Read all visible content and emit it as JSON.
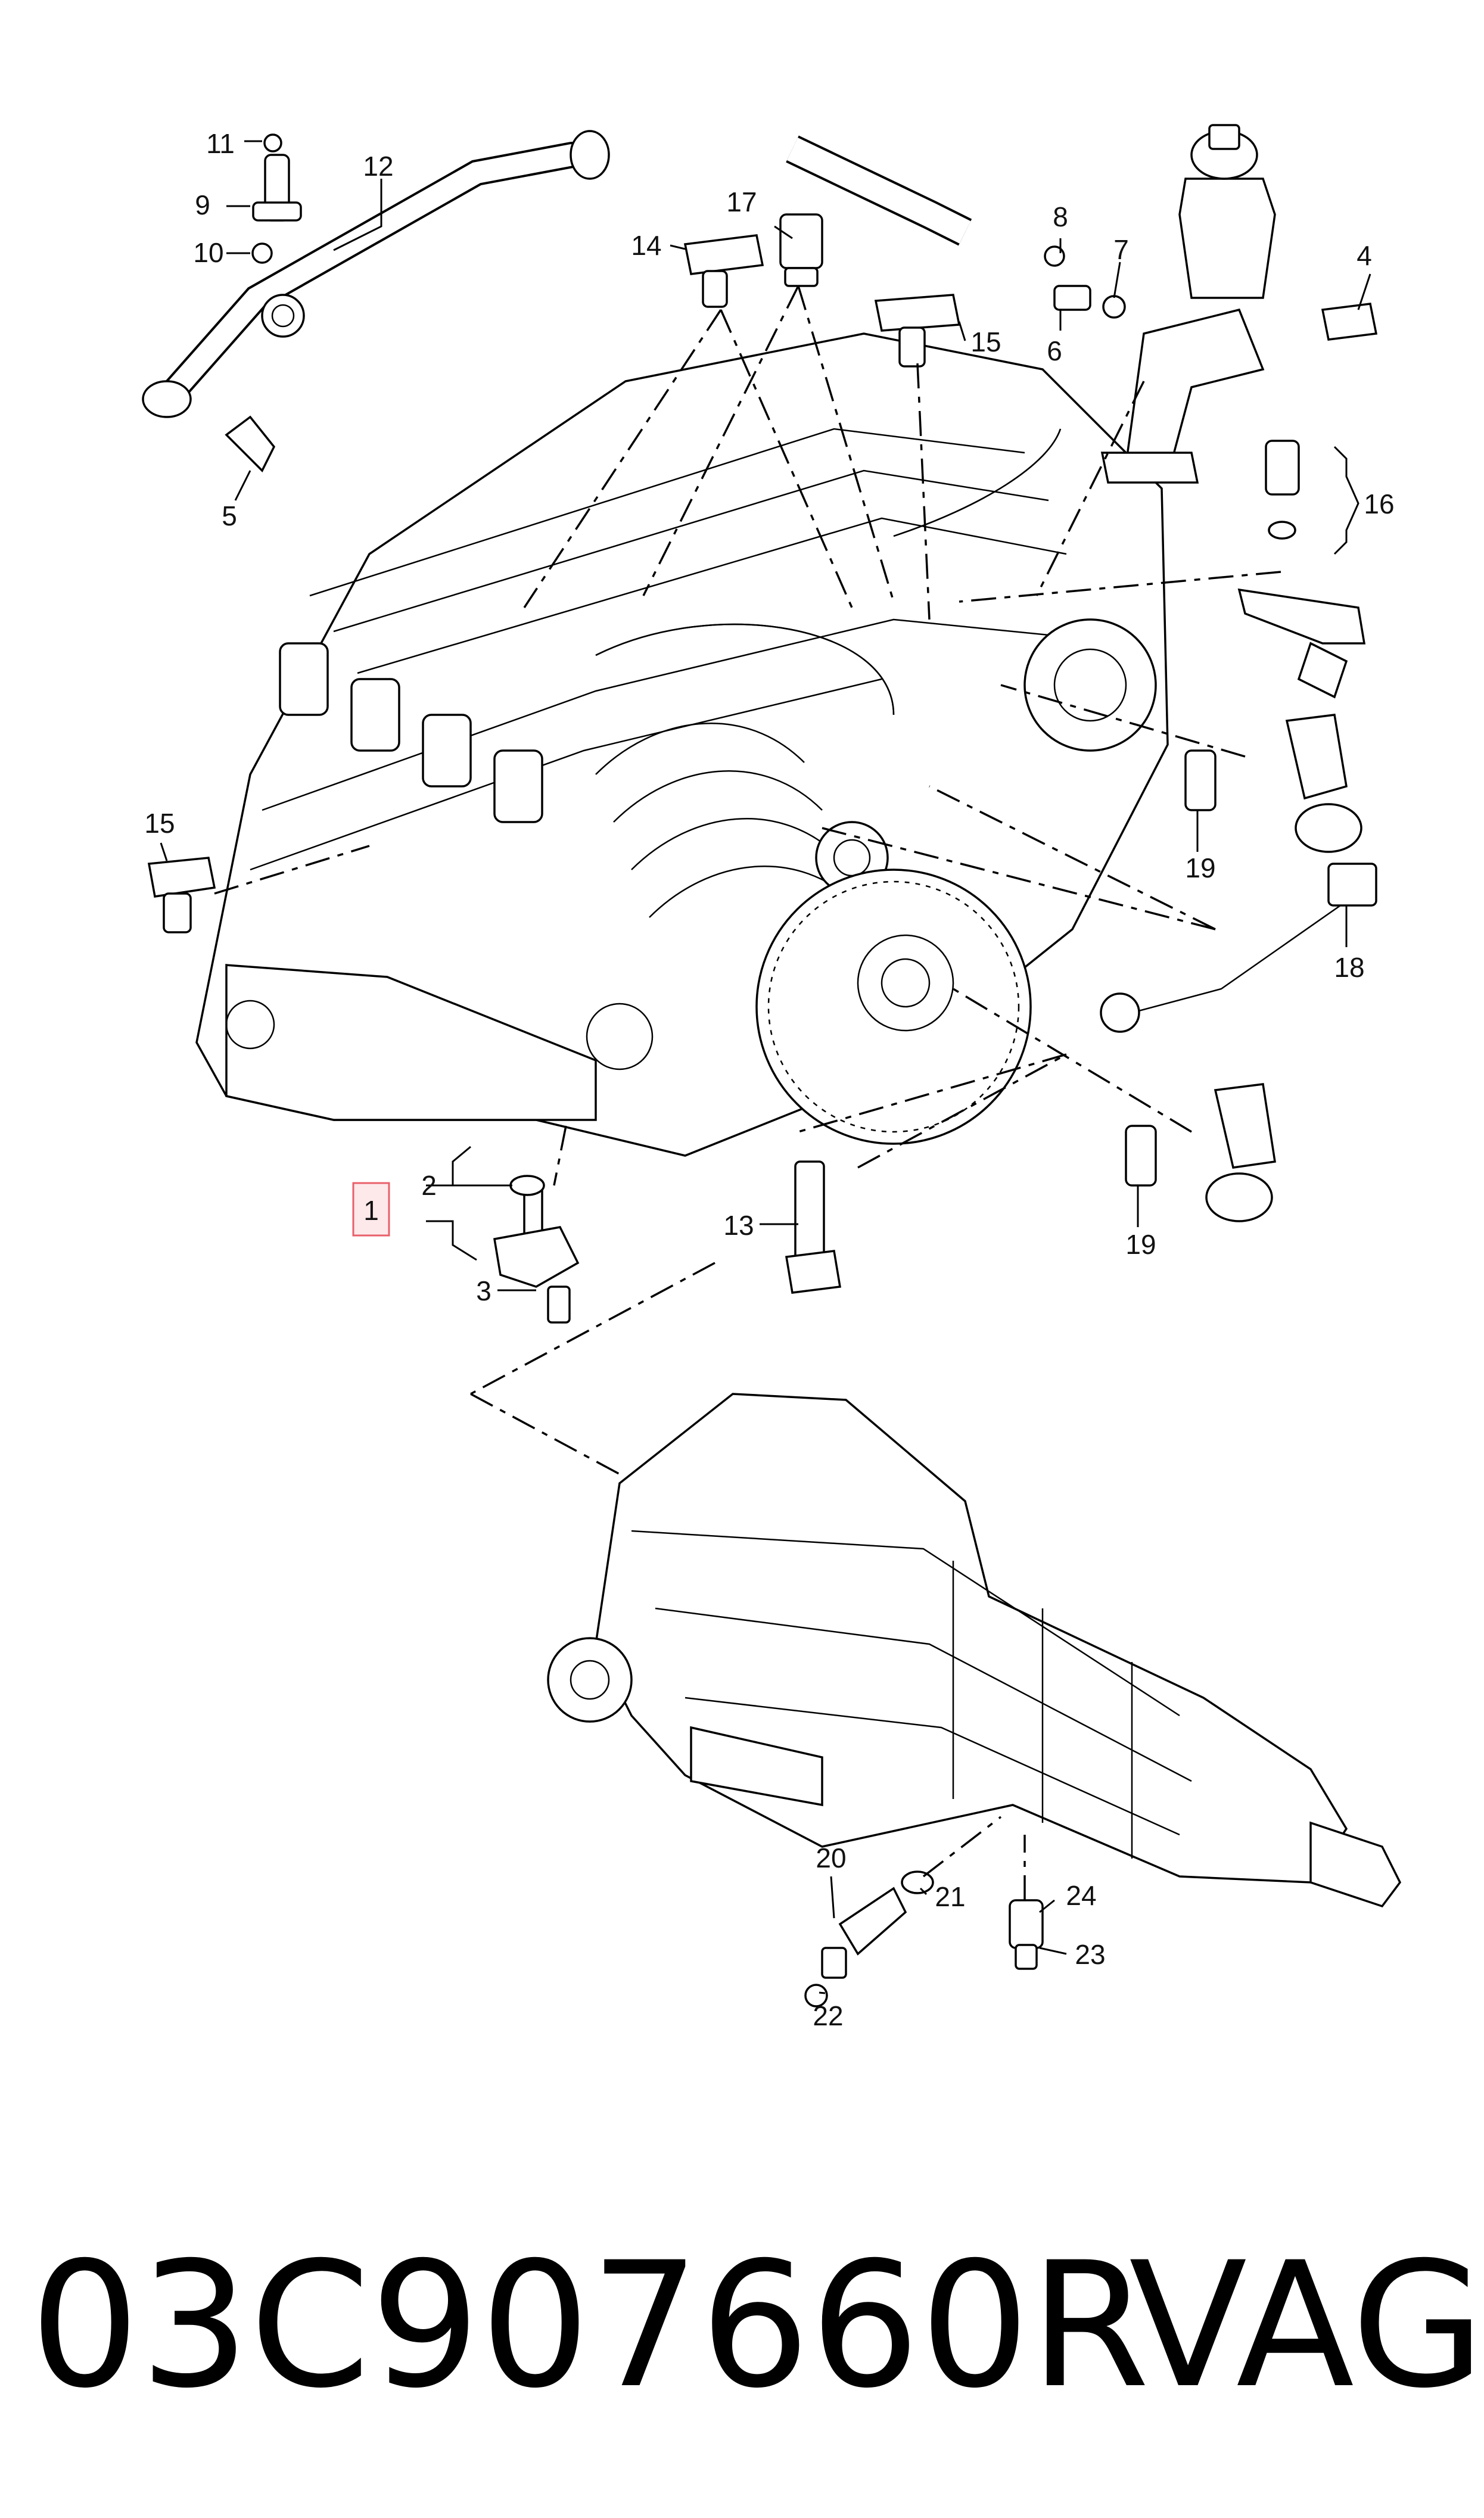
{
  "callouts": [
    {
      "id": "c1",
      "label": "1",
      "highlight": true
    },
    {
      "id": "c2",
      "label": "2"
    },
    {
      "id": "c3",
      "label": "3"
    },
    {
      "id": "c4",
      "label": "4"
    },
    {
      "id": "c5",
      "label": "5"
    },
    {
      "id": "c6",
      "label": "6"
    },
    {
      "id": "c7",
      "label": "7"
    },
    {
      "id": "c8",
      "label": "8"
    },
    {
      "id": "c9",
      "label": "9"
    },
    {
      "id": "c10",
      "label": "10"
    },
    {
      "id": "c11",
      "label": "11"
    },
    {
      "id": "c12",
      "label": "12"
    },
    {
      "id": "c13",
      "label": "13"
    },
    {
      "id": "c14",
      "label": "14"
    },
    {
      "id": "c15a",
      "label": "15"
    },
    {
      "id": "c15b",
      "label": "15"
    },
    {
      "id": "c16",
      "label": "16"
    },
    {
      "id": "c17",
      "label": "17"
    },
    {
      "id": "c18",
      "label": "18"
    },
    {
      "id": "c19a",
      "label": "19"
    },
    {
      "id": "c19b",
      "label": "19"
    },
    {
      "id": "c20",
      "label": "20"
    },
    {
      "id": "c21",
      "label": "21"
    },
    {
      "id": "c22",
      "label": "22"
    },
    {
      "id": "c23",
      "label": "23"
    },
    {
      "id": "c24",
      "label": "24"
    }
  ],
  "highlight_color": "#e8606a",
  "highlight_fill": "#fde8ea",
  "footer": {
    "part_number": "03C907660R",
    "brand": "VAG"
  }
}
